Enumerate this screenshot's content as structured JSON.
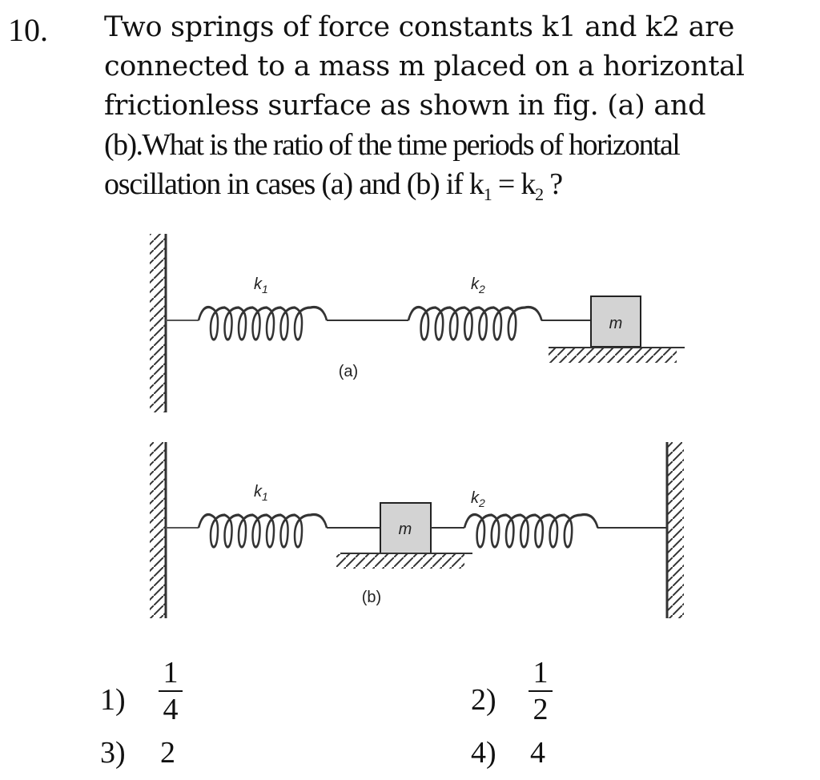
{
  "question": {
    "number": "10.",
    "lines": [
      "Two springs of force constants k1 and k2 are",
      "connected to a mass m placed on a horizontal",
      "frictionless surface as shown in fig. (a) and",
      "(b).What is the ratio of the time periods of horizontal"
    ],
    "last_line_prefix": "oscillation in cases (a) and (b) if k",
    "last_line_sub1": "1",
    "last_line_mid": " = k",
    "last_line_sub2": "2",
    "last_line_suffix": " ?"
  },
  "figure": {
    "a": {
      "caption": "(a)",
      "spring1_label": "k",
      "spring1_sub": "1",
      "spring2_label": "k",
      "spring2_sub": "2",
      "mass_label": "m"
    },
    "b": {
      "caption": "(b)",
      "spring1_label": "k",
      "spring1_sub": "1",
      "spring2_label": "k",
      "spring2_sub": "2",
      "mass_label": "m"
    },
    "colors": {
      "line": "#222222",
      "mass_fill": "#d3d3d3"
    }
  },
  "options": [
    {
      "label": "1)",
      "numerator": "1",
      "denominator": "4"
    },
    {
      "label": "2)",
      "numerator": "1",
      "denominator": "2"
    },
    {
      "label": "3)",
      "value": "2"
    },
    {
      "label": "4)",
      "value": "4"
    }
  ]
}
